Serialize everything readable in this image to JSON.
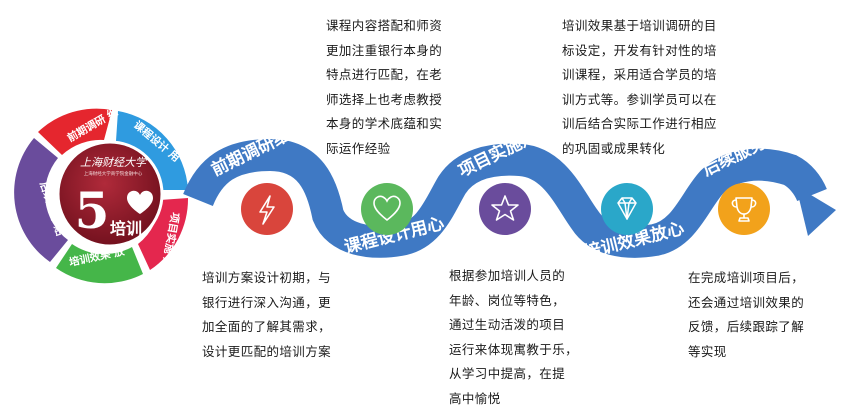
{
  "hub": {
    "logo_text": "上海财经大学",
    "logo_sub": "上海财经大学商学院金融中心",
    "number": "5",
    "word": "培训",
    "segments": [
      {
        "label": "前期调研 细",
        "color": "#e5262e"
      },
      {
        "label": "课程设计 用",
        "color": "#2f9be0"
      },
      {
        "label": "项目实施 走",
        "color": "#e4274e"
      },
      {
        "label": "培训效果 放",
        "color": "#45b649"
      },
      {
        "label": "后续服务 贴",
        "color": "#6a4c9c"
      }
    ]
  },
  "stages": [
    {
      "label": "前期调研细心",
      "color": "#d9453c",
      "icon": "lightning-icon"
    },
    {
      "label": "课程设计用心",
      "color": "#5bb85d",
      "icon": "heart-icon"
    },
    {
      "label": "项目实施走心",
      "color": "#6a4c9c",
      "icon": "star-icon"
    },
    {
      "label": "培训效果放心",
      "color": "#2aa7c9",
      "icon": "diamond-icon"
    },
    {
      "label": "后续服务贴心",
      "color": "#f2a21b",
      "icon": "trophy-icon"
    }
  ],
  "descriptions": {
    "stage1": [
      "培训方案设计初期，与",
      "银行进行深入沟通，更",
      "加全面的了解其需求，",
      "设计更匹配的培训方案"
    ],
    "stage2": [
      "课程内容搭配和师资",
      "更加注重银行本身的",
      "特点进行匹配，在老",
      "师选择上也考虑教授",
      "本身的学术底蕴和实",
      "际运作经验"
    ],
    "stage3": [
      "根据参加培训人员的",
      "年龄、岗位等特色，",
      "通过生动活泼的项目",
      "运行来体现寓教于乐，",
      "从学习中提高，在提",
      "高中愉悦"
    ],
    "stage4": [
      "培训效果基于培训调研的目",
      "标设定，开发有针对性的培",
      "训课程，采用适合学员的培",
      "训方式等。参训学员可以在",
      "训后结合实际工作进行相应",
      "的巩固或成果转化"
    ],
    "stage5": [
      "在完成培训项目后，",
      "还会通过培训效果的",
      "反馈，后续跟踪了解",
      "等实现"
    ]
  },
  "colors": {
    "ribbon": "#3f79c4",
    "ribbon_dark": "#2c5a98",
    "hub_fill": "#8e1b2a"
  }
}
